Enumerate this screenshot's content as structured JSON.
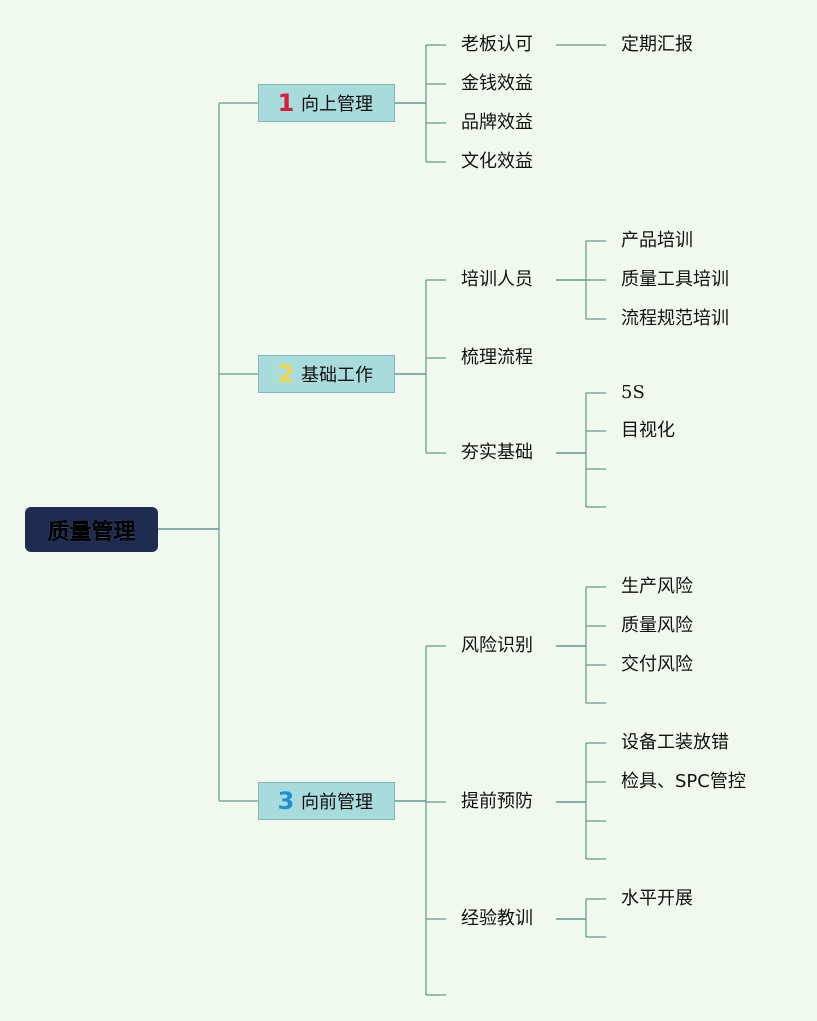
{
  "root": "质量管理",
  "colors": {
    "line": "#5e9a8a",
    "root_bg": "#1e2d4f",
    "branch_bg": "#a8dcdc",
    "background": "#f1f9ef"
  },
  "branches": [
    {
      "num": "1",
      "num_color": "#d81e3c",
      "label": "向上管理",
      "children": [
        {
          "label": "老板认可",
          "children": [
            "定期汇报"
          ]
        },
        {
          "label": "金钱效益"
        },
        {
          "label": "品牌效益"
        },
        {
          "label": "文化效益"
        }
      ]
    },
    {
      "num": "2",
      "num_color": "#f2d34a",
      "label": "基础工作",
      "children": [
        {
          "label": "培训人员",
          "children": [
            "产品培训",
            "质量工具培训",
            "流程规范培训"
          ]
        },
        {
          "label": "梳理流程"
        },
        {
          "label": "夯实基础",
          "children": [
            "5S",
            "目视化",
            "",
            ""
          ]
        }
      ]
    },
    {
      "num": "3",
      "num_color": "#1e8fd6",
      "label": "向前管理",
      "children": [
        {
          "label": "风险识别",
          "children": [
            "生产风险",
            "质量风险",
            "交付风险",
            ""
          ]
        },
        {
          "label": "提前预防",
          "children": [
            "设备工装放错",
            "检具、SPC管控",
            "",
            ""
          ]
        },
        {
          "label": "经验教训",
          "children": [
            "水平开展",
            ""
          ]
        },
        {
          "label": ""
        }
      ]
    }
  ]
}
